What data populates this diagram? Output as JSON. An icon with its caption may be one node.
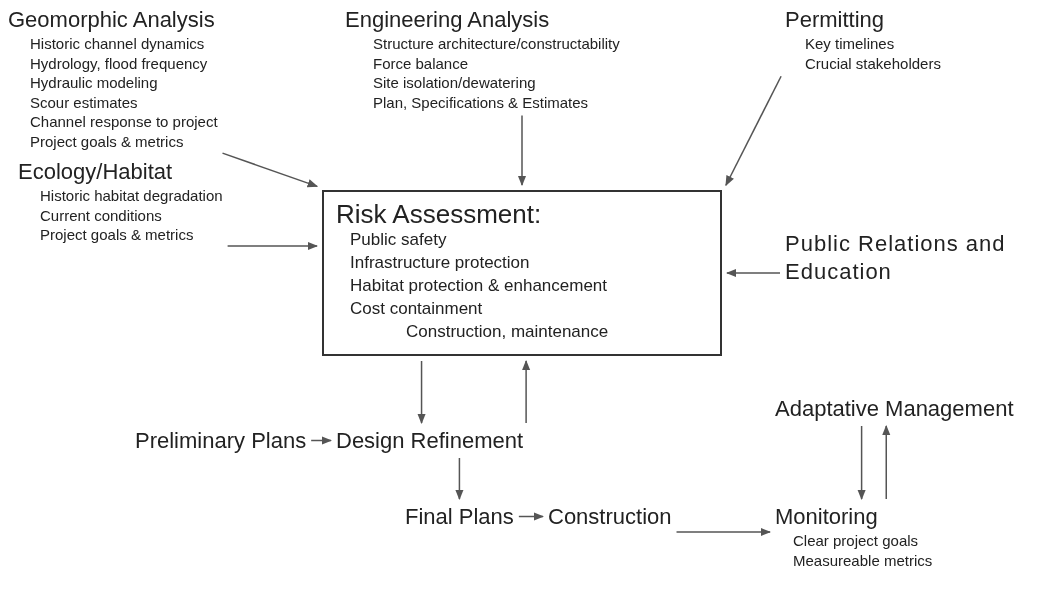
{
  "diagram": {
    "nodes": [
      {
        "text": [
          "Geomorphic Analysis",
          "Historic channel dynamics",
          "Hydrology, flood frequency",
          "Hydraulic modeling",
          "Scour estimates",
          "Channel response to project",
          "Project goals & metrics"
        ]
      },
      {
        "text": [
          "Engineering Analysis",
          "Structure architecture/constructability",
          "Force balance",
          "Site isolation/dewatering",
          "Plan, Specifications & Estimates"
        ]
      },
      {
        "text": [
          "Permitting",
          "Key timelines",
          "Crucial stakeholders"
        ]
      },
      {
        "text": [
          "Ecology/Habitat",
          "Historic habitat degradation",
          "Current conditions",
          "Project goals & metrics"
        ]
      },
      {
        "text": [
          "Risk Assessment:",
          "Public safety",
          "Infrastructure protection",
          "Habitat protection & enhancement",
          "Cost containment",
          "Construction, maintenance"
        ]
      },
      {
        "text": [
          "Public Relations and Education"
        ]
      },
      {
        "text": [
          "Preliminary Plans"
        ]
      },
      {
        "text": [
          "Design Refinement"
        ]
      },
      {
        "text": [
          "Adaptative Management"
        ]
      },
      {
        "text": [
          "Final Plans"
        ]
      },
      {
        "text": [
          "Construction"
        ]
      },
      {
        "text": [
          "Monitoring",
          "Clear project goals",
          "Measureable metrics"
        ]
      }
    ],
    "edges": [
      {
        "from": 0,
        "to": 4,
        "arrow": "to"
      },
      {
        "from": 1,
        "to": 4,
        "arrow": "to"
      },
      {
        "from": 2,
        "to": 4,
        "arrow": "to"
      },
      {
        "from": 3,
        "to": 4,
        "arrow": "to"
      },
      {
        "from": 5,
        "to": 4,
        "arrow": "to"
      },
      {
        "from": 4,
        "to": 7,
        "arrow": "to"
      },
      {
        "from": 7,
        "to": 4,
        "arrow": "to"
      },
      {
        "from": 6,
        "to": 7,
        "arrow": "to"
      },
      {
        "from": 7,
        "to": 9,
        "arrow": "to"
      },
      {
        "from": 9,
        "to": 10,
        "arrow": "to"
      },
      {
        "from": 10,
        "to": 11,
        "arrow": "to"
      },
      {
        "from": 11,
        "to": 8,
        "arrow": "to"
      },
      {
        "from": 8,
        "to": 11,
        "arrow": "to"
      }
    ]
  }
}
